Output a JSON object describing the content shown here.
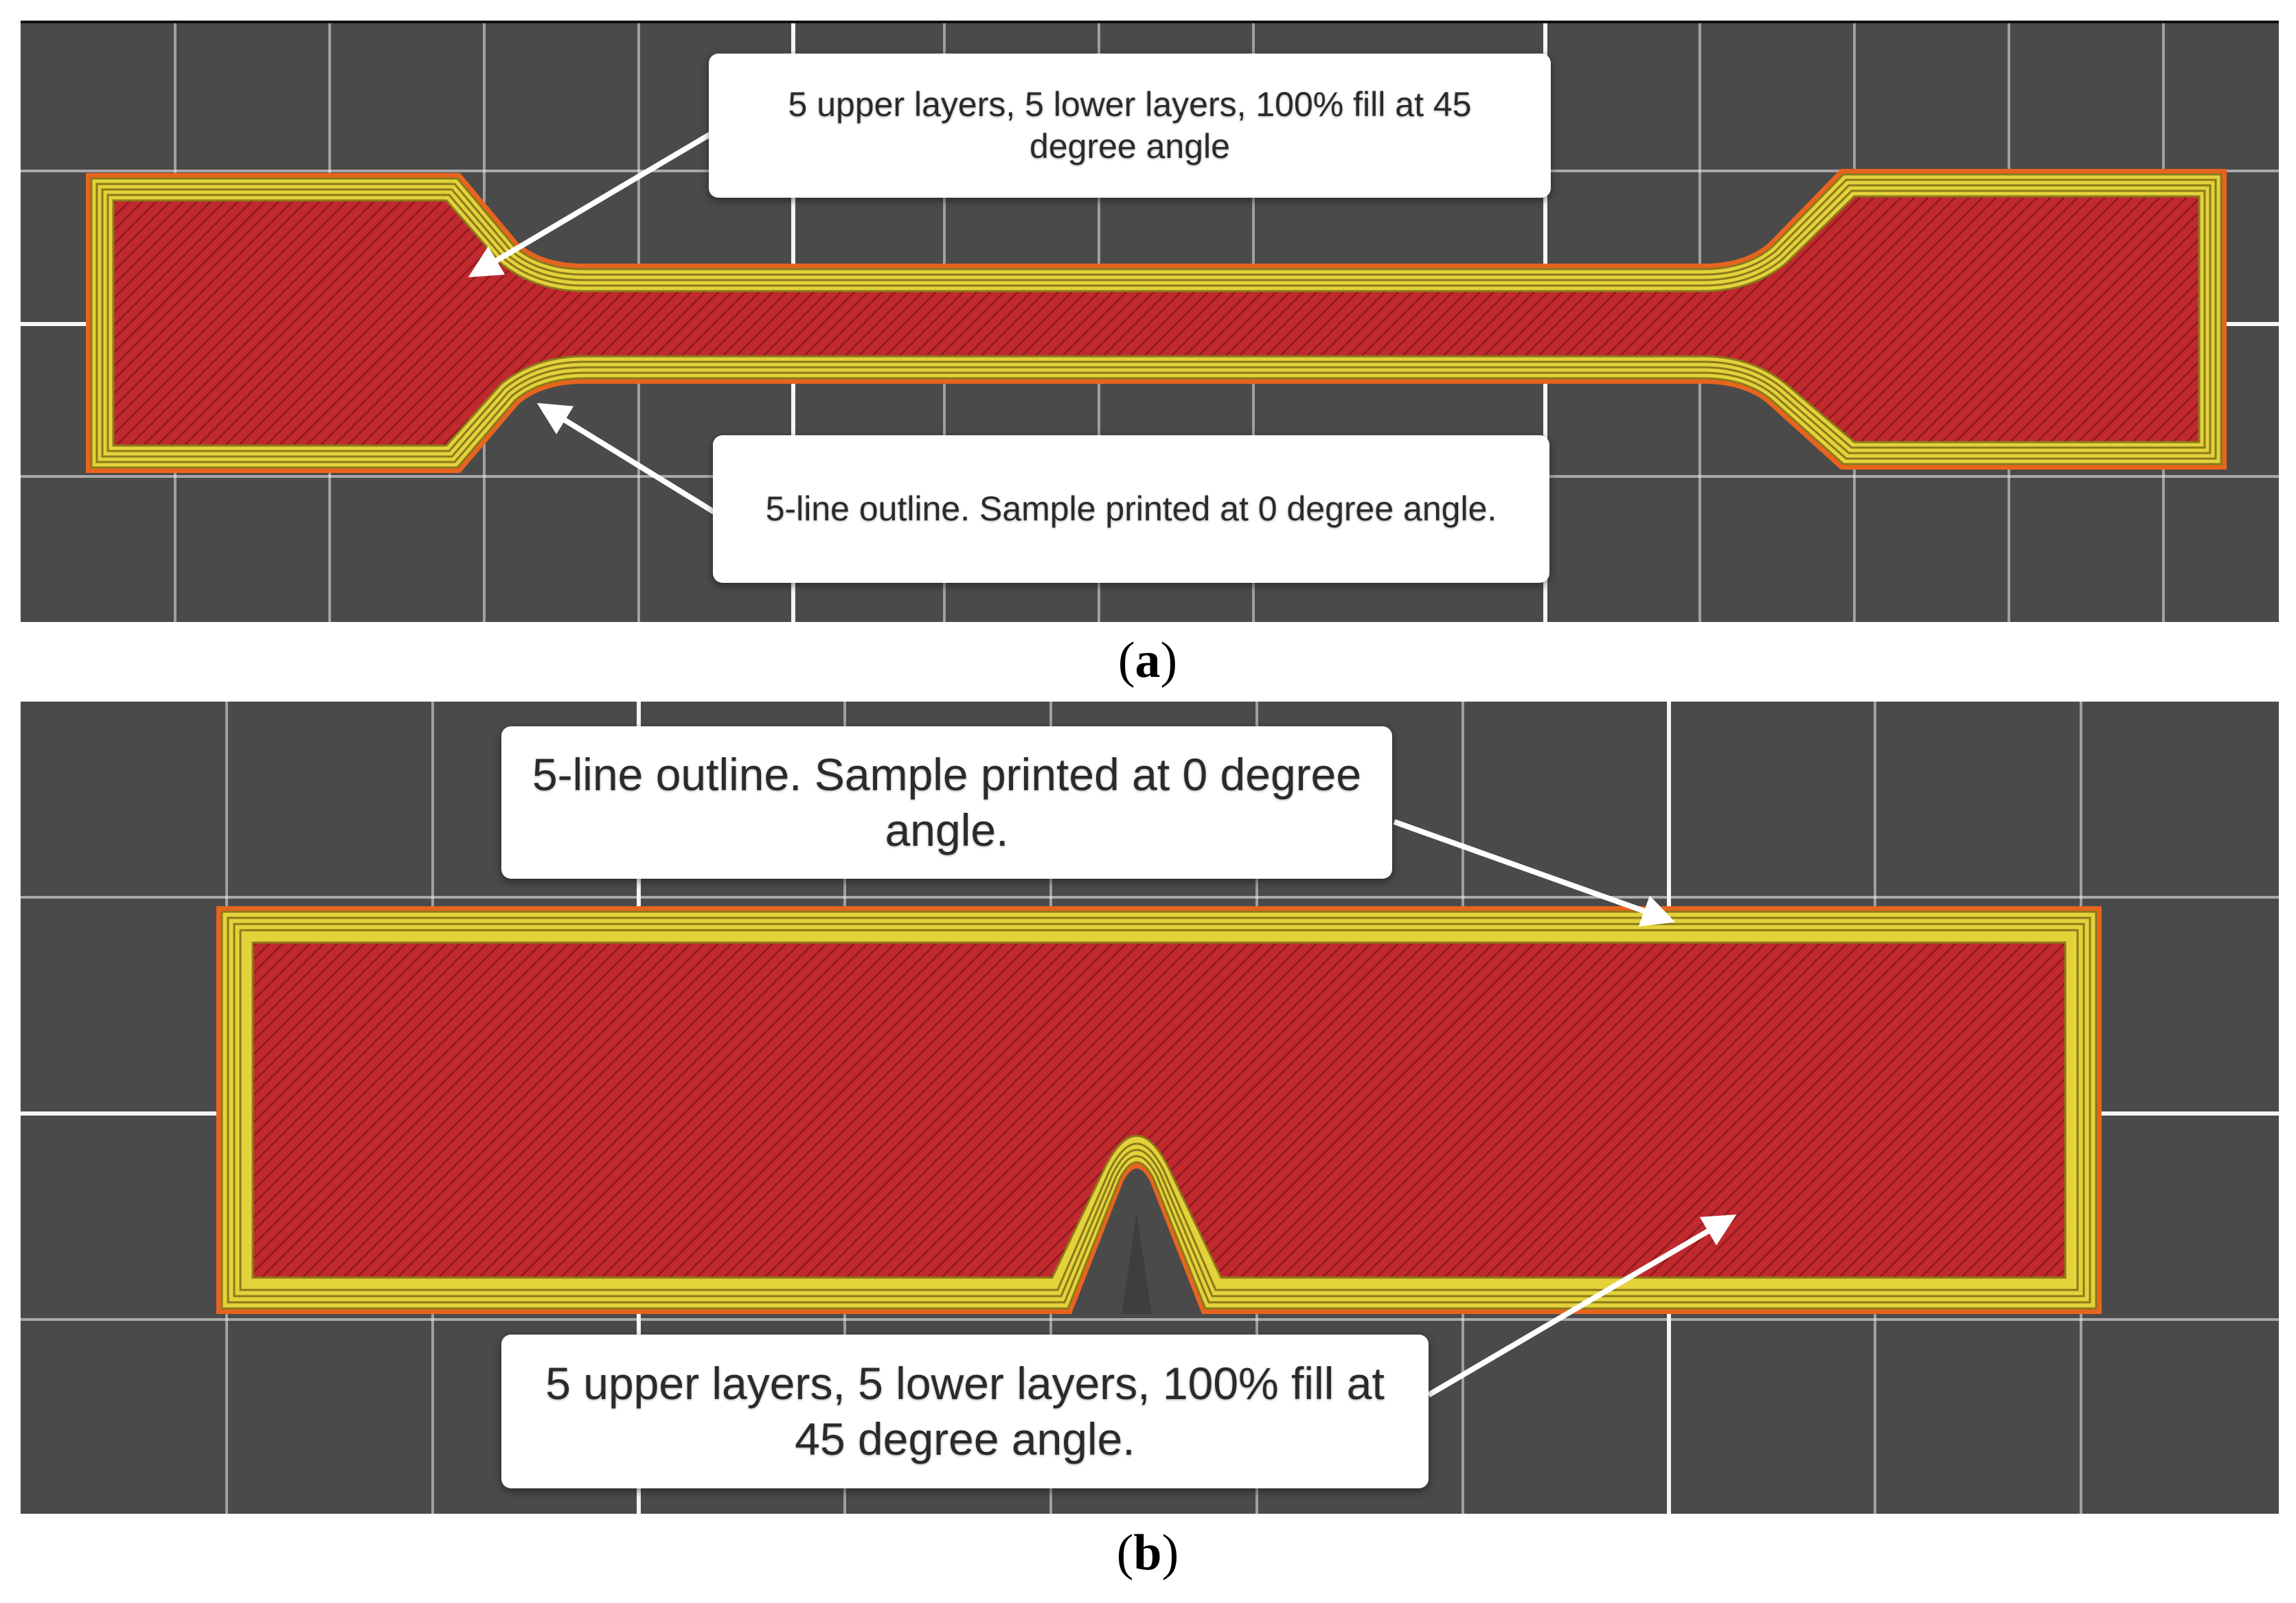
{
  "panel_a": {
    "caption_letter": "a",
    "callout_top": "5 upper layers, 5 lower layers, 100% fill at 45 degree angle",
    "callout_bottom": "5-line outline. Sample printed at 0 degree angle."
  },
  "panel_b": {
    "caption_letter": "b",
    "callout_top": "5-line outline. Sample printed at 0 degree angle.",
    "callout_bottom": "5 upper layers, 5 lower layers, 100% fill at 45 degree angle."
  },
  "colors": {
    "background": "#4a4a4a",
    "grid_line": "#ffffff",
    "outline_orange": "#e8641e",
    "outline_yellow": "#e3d23a",
    "outline_dark": "#8a7a1a",
    "infill_red": "#c0292d",
    "callout_bg": "#ffffff"
  },
  "icons": {
    "arrow": "arrow-icon"
  }
}
